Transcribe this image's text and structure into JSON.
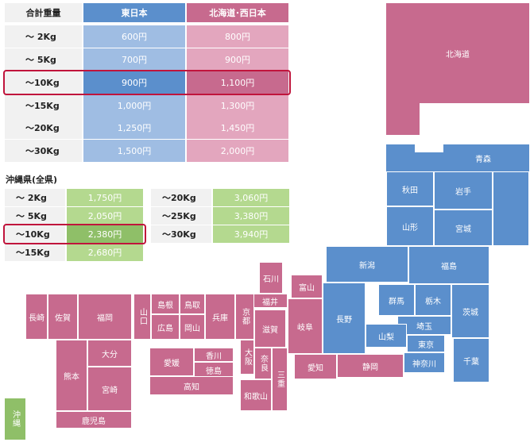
{
  "table_main": {
    "headers": [
      "合計重量",
      "東日本",
      "北海道･西日本"
    ],
    "rows": [
      {
        "weight": "～  2Kg",
        "east": "600円",
        "west": "800円"
      },
      {
        "weight": "～  5Kg",
        "east": "700円",
        "west": "900円"
      },
      {
        "weight": "～10Kg",
        "east": "900円",
        "west": "1,100円"
      },
      {
        "weight": "～15Kg",
        "east": "1,000円",
        "west": "1,300円"
      },
      {
        "weight": "～20Kg",
        "east": "1,250円",
        "west": "1,450円"
      },
      {
        "weight": "～30Kg",
        "east": "1,500円",
        "west": "2,000円"
      }
    ]
  },
  "okinawa": {
    "title": "沖縄県(全県)",
    "left": [
      {
        "weight": "～  2Kg",
        "price": "1,750円"
      },
      {
        "weight": "～  5Kg",
        "price": "2,050円"
      },
      {
        "weight": "～10Kg",
        "price": "2,380円"
      },
      {
        "weight": "～15Kg",
        "price": "2,680円"
      }
    ],
    "right": [
      {
        "weight": "～20Kg",
        "price": "3,060円"
      },
      {
        "weight": "～25Kg",
        "price": "3,380円"
      },
      {
        "weight": "～30Kg",
        "price": "3,940円"
      }
    ]
  },
  "map": {
    "hokkaido": "北海道",
    "aomori": "青森",
    "akita": "秋田",
    "iwate": "岩手",
    "yamagata": "山形",
    "miyagi": "宮城",
    "niigata": "新潟",
    "fukushima": "福島",
    "nagano": "長野",
    "gunma": "群馬",
    "tochigi": "栃木",
    "ibaraki": "茨城",
    "saitama": "埼玉",
    "yamanashi": "山梨",
    "tokyo": "東京",
    "kanagawa": "神奈川",
    "chiba": "千葉",
    "shizuoka": "静岡",
    "aichi": "愛知",
    "gifu": "岐阜",
    "toyama": "富山",
    "ishikawa": "石川",
    "fukui": "福井",
    "shiga": "滋賀",
    "kyoto": "京都",
    "osaka": "大阪",
    "nara": "奈良",
    "mie": "三重",
    "wakayama": "和歌山",
    "hyogo": "兵庫",
    "okayama": "岡山",
    "tottori": "鳥取",
    "shimane": "島根",
    "hiroshima": "広島",
    "yamaguchi": "山口",
    "kagawa": "香川",
    "tokushima": "徳島",
    "ehime": "愛媛",
    "kochi": "高知",
    "fukuoka": "福岡",
    "saga": "佐賀",
    "nagasaki": "長崎",
    "oita": "大分",
    "kumamoto": "熊本",
    "miyazaki": "宮崎",
    "kagoshima": "鹿児島",
    "okinawa": "沖縄"
  },
  "colors": {
    "east_header": "#5b8fcc",
    "east_cell": "#9fbde3",
    "west_header": "#c76a8e",
    "west_cell": "#e3a6be",
    "okinawa": "#b4d98f",
    "highlight": "#c0143c"
  }
}
